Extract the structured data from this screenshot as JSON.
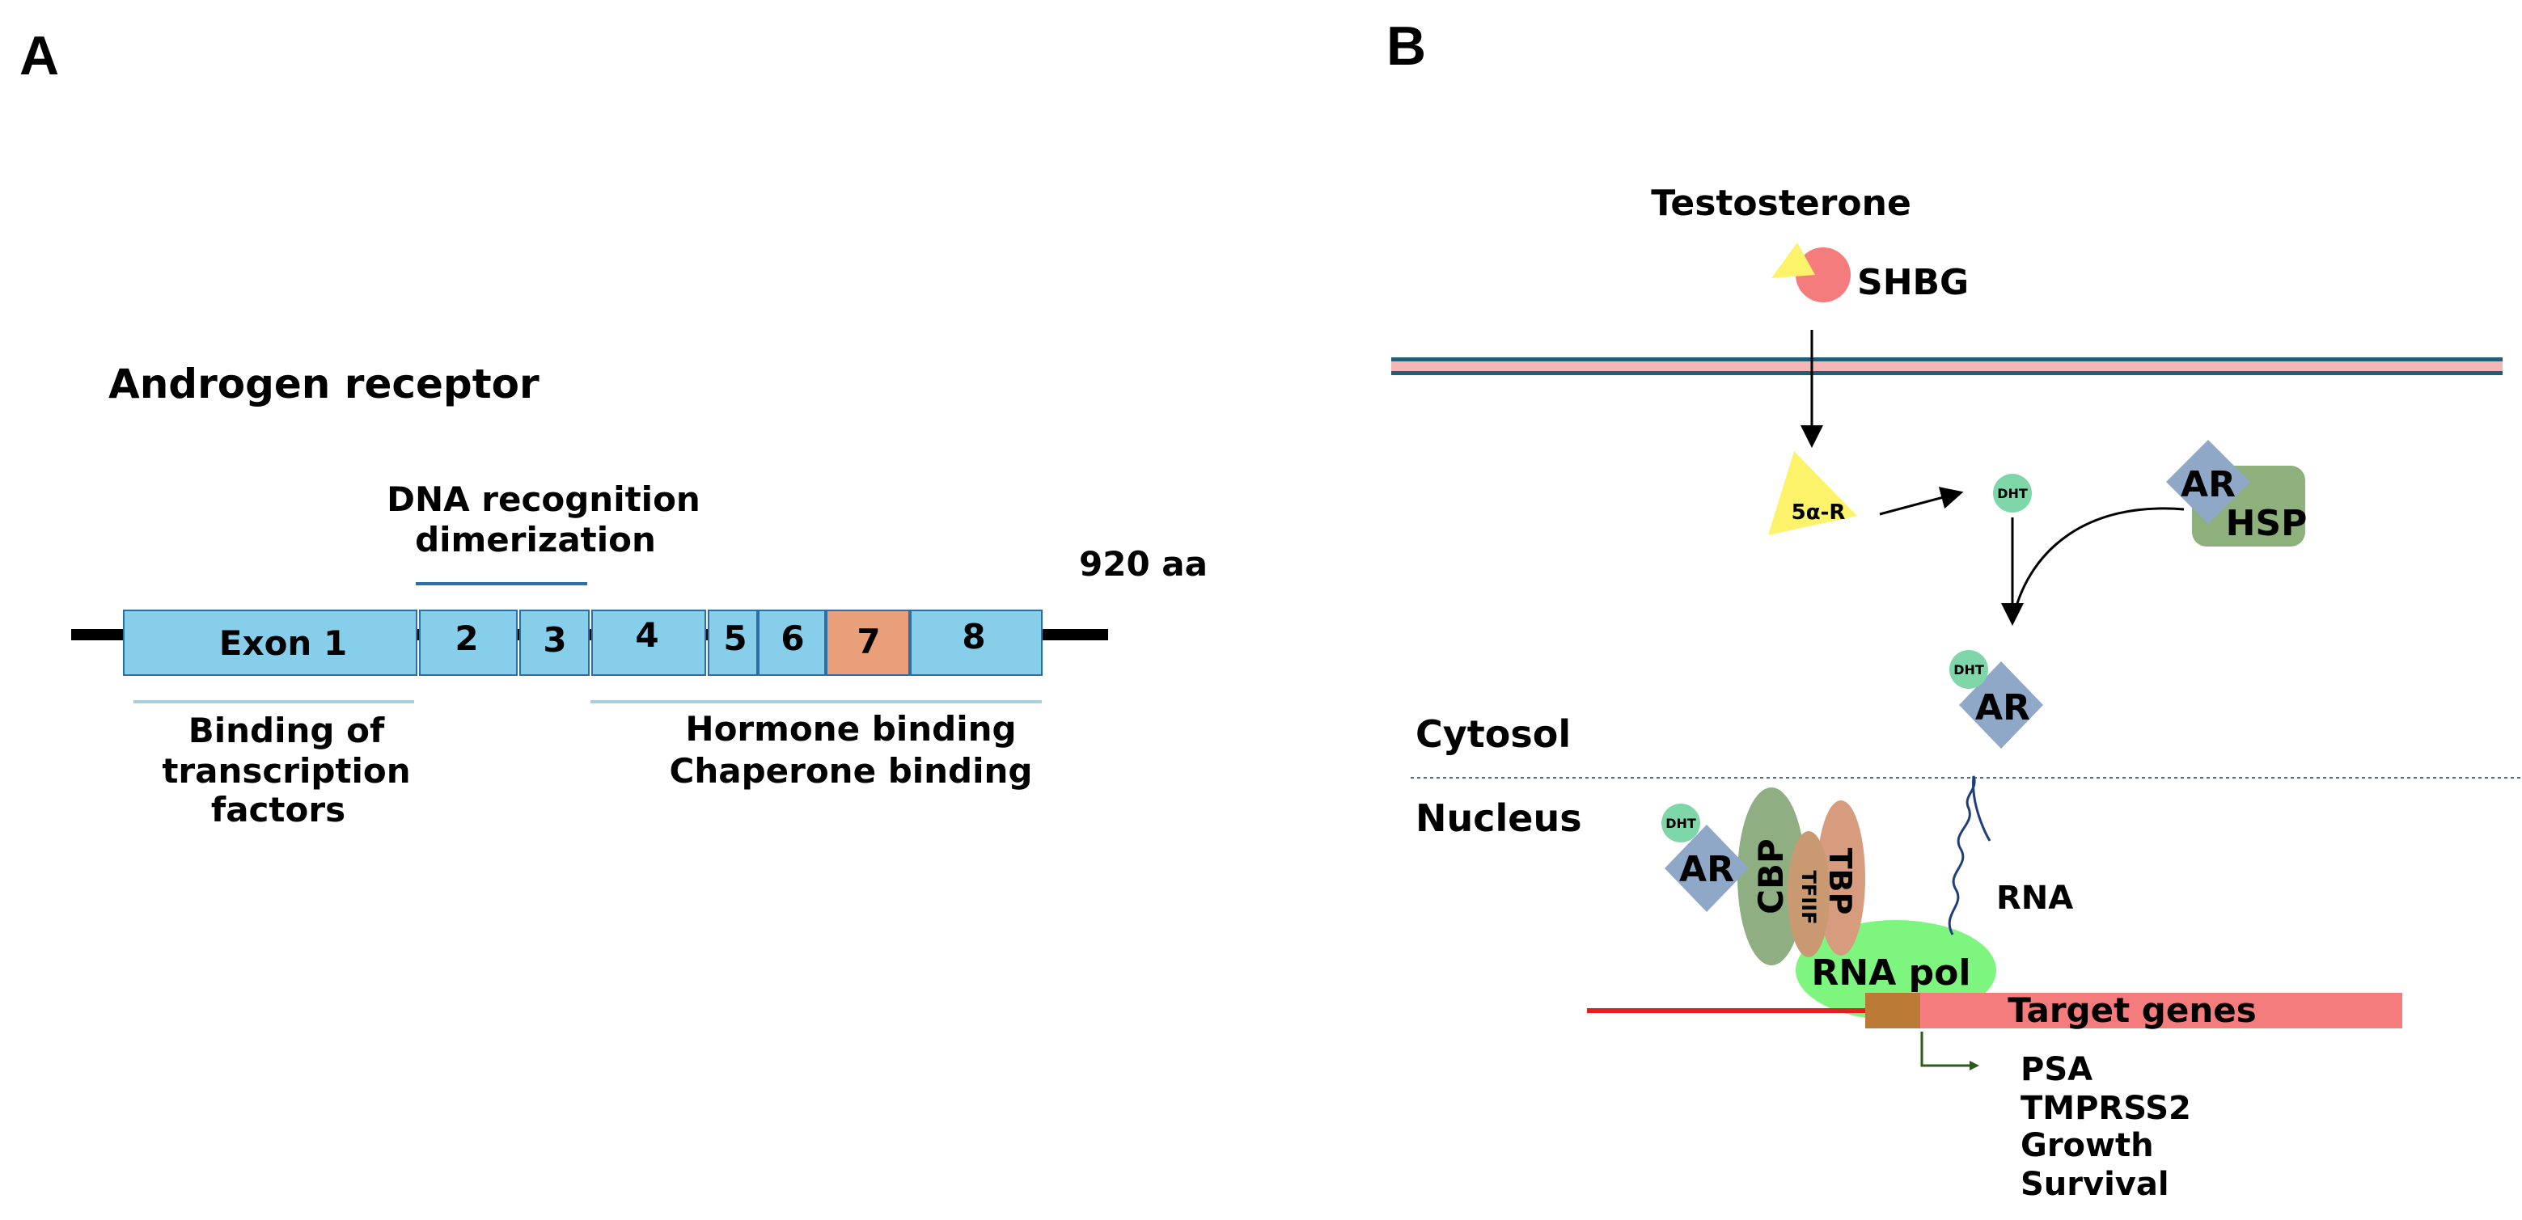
{
  "panel_a": {
    "letter": "A",
    "title": "Androgen receptor",
    "dna_label_line1": "DNA recognition",
    "dna_label_line2": "dimerization",
    "length_label": "920 aa",
    "exons": [
      "Exon 1",
      "2",
      "3",
      "4",
      "5",
      "6",
      "7",
      "8"
    ],
    "binding_tf_line1": "Binding of",
    "binding_tf_line2": "transcription",
    "binding_tf_line3": "factors",
    "hormone_binding": "Hormone binding",
    "chaperone_binding": "Chaperone binding",
    "colors": {
      "exon": "#87ceeb",
      "exon7": "#e9a07a",
      "line": "#000000",
      "bracket": "#2e6fa3"
    }
  },
  "panel_b": {
    "letter": "B",
    "testosterone": "Testosterone",
    "shbg": "SHBG",
    "five_alpha_r": "5α-R",
    "dht": "DHT",
    "ar": "AR",
    "hsp": "HSP",
    "cytosol": "Cytosol",
    "nucleus": "Nucleus",
    "cbp": "CBP",
    "tfiif": "TFIIF",
    "tbp": "TBP",
    "rna_pol": "RNA pol",
    "rna": "RNA",
    "target_genes": "Target genes",
    "outputs": [
      "PSA",
      "TMPRSS2",
      "Growth",
      "Survival"
    ],
    "colors": {
      "membrane_outer": "#1f5f7a",
      "membrane_inner": "#f4b6b6",
      "testosterone": "#fdf36b",
      "shbg": "#f47c7c",
      "dht": "#7fd6a8",
      "ar": "#8fa8c8",
      "hsp": "#8db07c",
      "cbp": "#8fae82",
      "tfiif": "#c99a72",
      "tbp": "#d79b7e",
      "rna_pol": "#7ef57e",
      "target_genes": "#f47c7c",
      "promoter_line": "#e02020",
      "arrow_green": "#2e5a1c"
    }
  }
}
